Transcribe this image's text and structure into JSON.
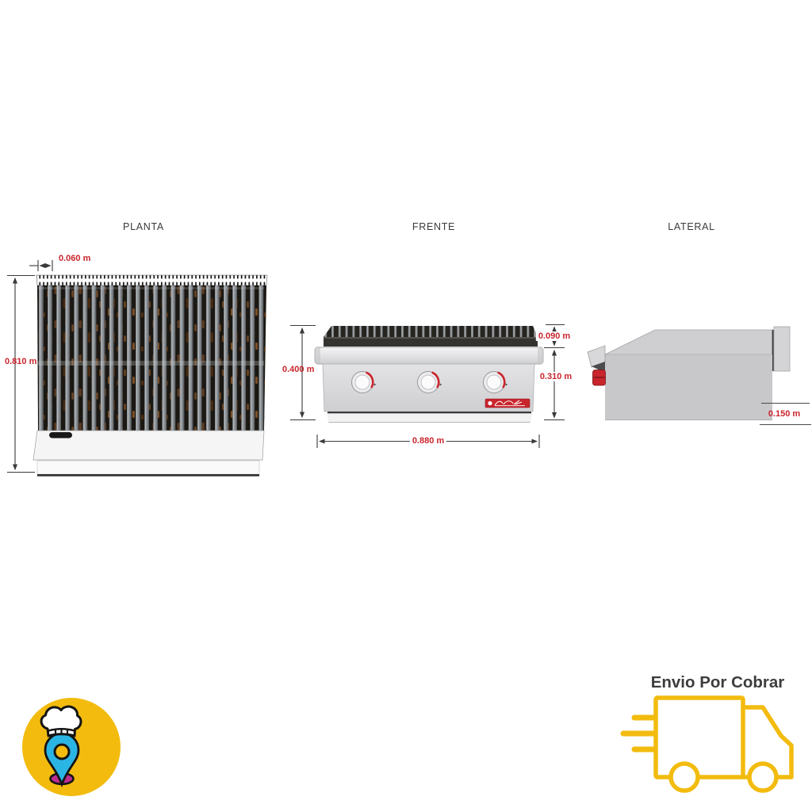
{
  "page": {
    "background": "#ffffff"
  },
  "views": {
    "planta": {
      "title": "PLANTA",
      "dims": {
        "edge_offset": "0.060 m",
        "depth": "0.810 m"
      }
    },
    "frente": {
      "title": "FRENTE",
      "dims": {
        "total_height": "0.400 m",
        "grate_height": "0.090 m",
        "body_height": "0.310 m",
        "width": "0.880 m"
      }
    },
    "lateral": {
      "title": "LATERAL",
      "dims": {
        "base_height": "0.150 m"
      }
    }
  },
  "product": {
    "burner_knob_count": 3
  },
  "shipping": {
    "label": "Envio Por Cobrar"
  },
  "icons": {
    "logo": "chef-hat-location-pin-logo",
    "truck": "delivery-truck-icon"
  },
  "colors": {
    "dimension_red": "#C9252C",
    "accent_yellow": "#F2BB0E",
    "pin_blue": "#2BB5E4",
    "pin_magenta": "#BE2C8E",
    "text_gray": "#3A3A3A",
    "steel_light": "#E6E6E8",
    "grate_dark": "#24221F"
  }
}
